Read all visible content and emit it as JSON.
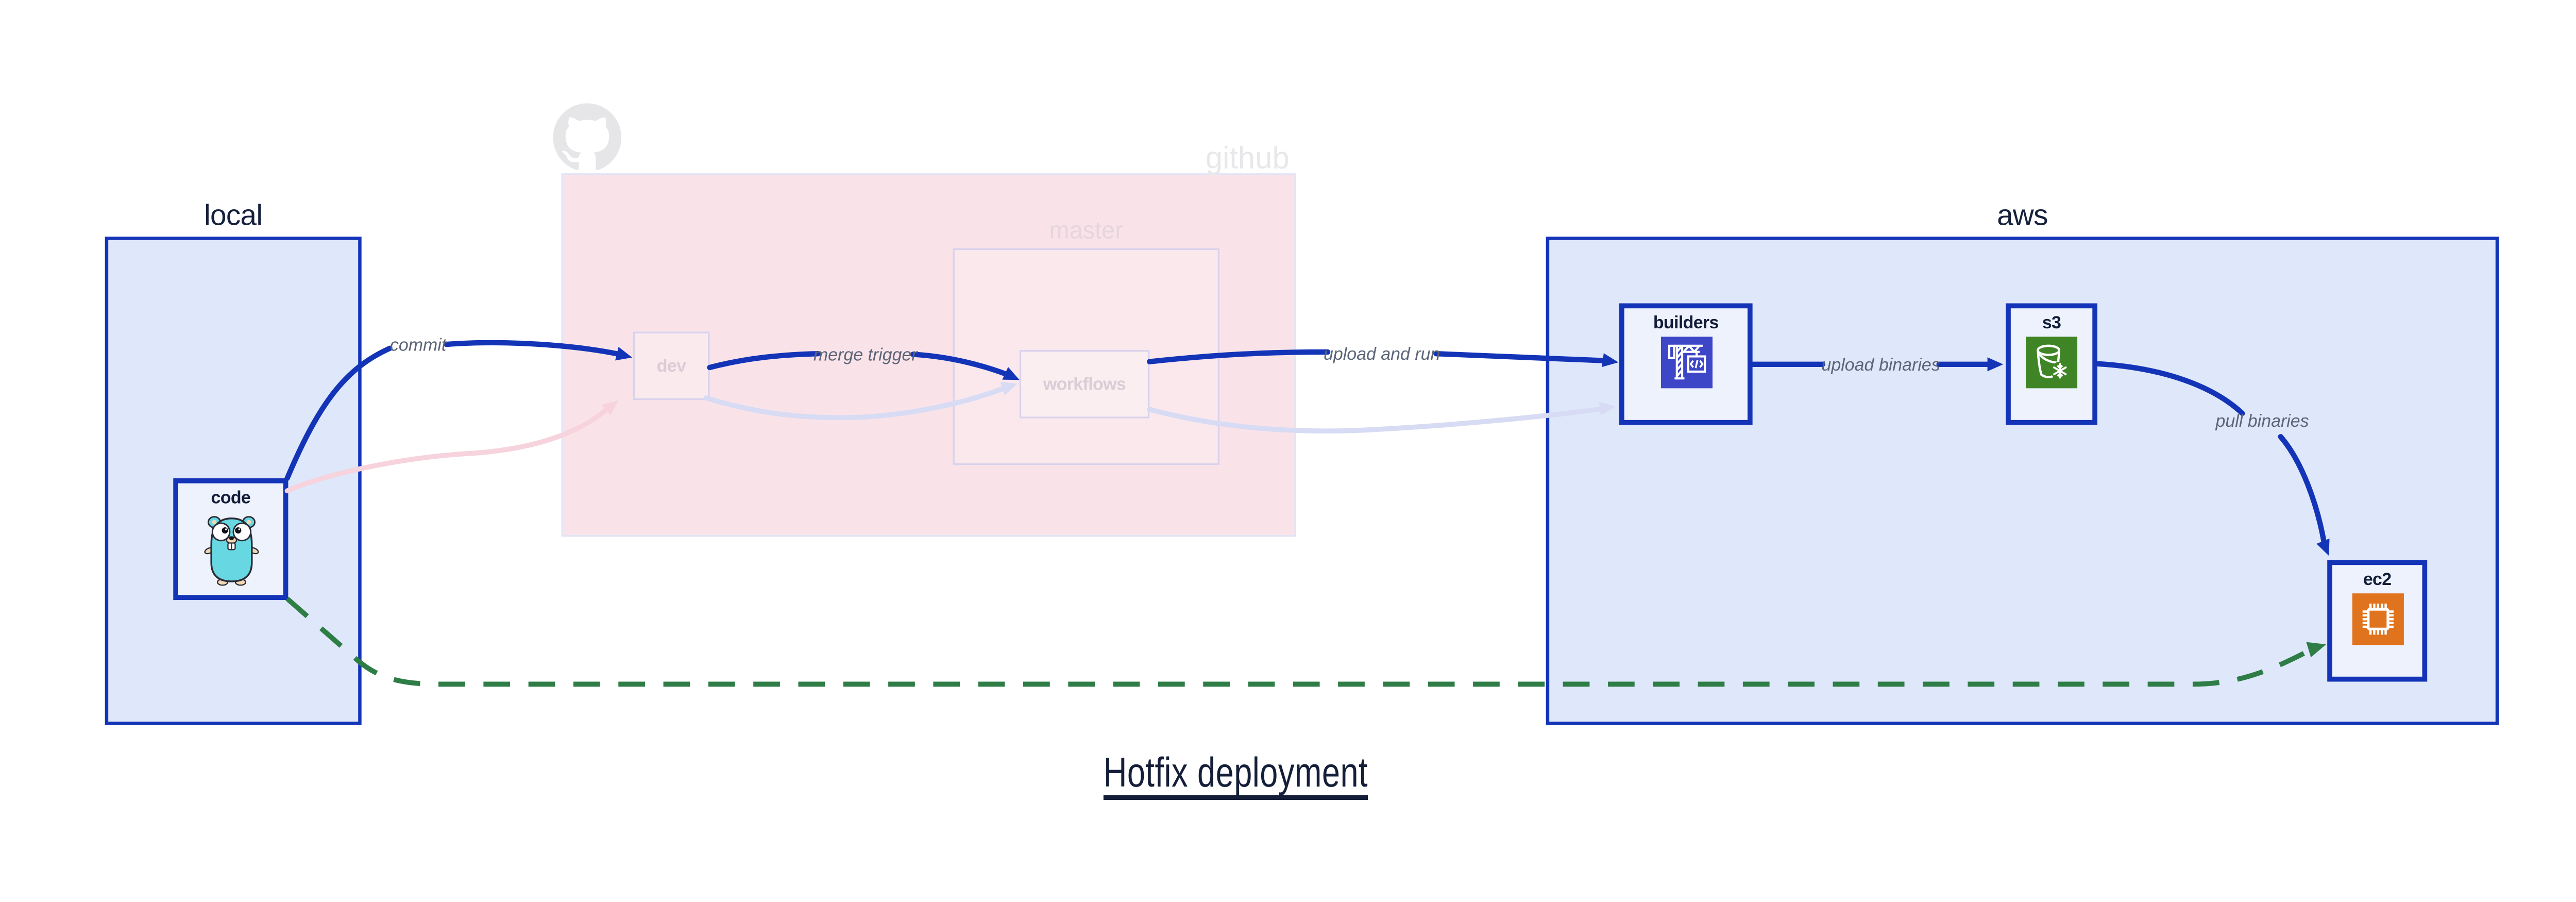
{
  "diagram_title": "Hotfix deployment",
  "groups": {
    "local": {
      "label": "local"
    },
    "github": {
      "label": "github",
      "master_label": "master"
    },
    "aws": {
      "label": "aws"
    }
  },
  "nodes": {
    "code": {
      "label": "code",
      "icon": "go-gopher-icon"
    },
    "dev": {
      "label": "dev"
    },
    "workflows": {
      "label": "workflows"
    },
    "builders": {
      "label": "builders",
      "icon": "codebuild-crane-icon"
    },
    "s3": {
      "label": "s3",
      "icon": "s3-glacier-bucket-icon"
    },
    "ec2": {
      "label": "ec2",
      "icon": "ec2-chip-icon"
    }
  },
  "edge_labels": {
    "commit": "commit",
    "merge_trigger": "merge trigger",
    "upload_and_run": "upload and run",
    "upload_binaries": "upload binaries",
    "pull_binaries": "pull binaries"
  },
  "colors": {
    "blue": "#1434b8",
    "groupFill": "#dfe7fa",
    "nodeFill": "#eef2fc",
    "pink": "#f9e3e9",
    "green": "#2e7d46",
    "fadedLav": "#d7dbf3",
    "fadedPink": "#f6d3dd",
    "navy": "#15203c",
    "edgeText": "#5b6577",
    "ghostText": "#e8e8ea",
    "buildersIcon": "#3d46c6",
    "s3Icon": "#3f8525",
    "ec2Icon": "#e0731d",
    "gopher": "#67d7e1"
  }
}
